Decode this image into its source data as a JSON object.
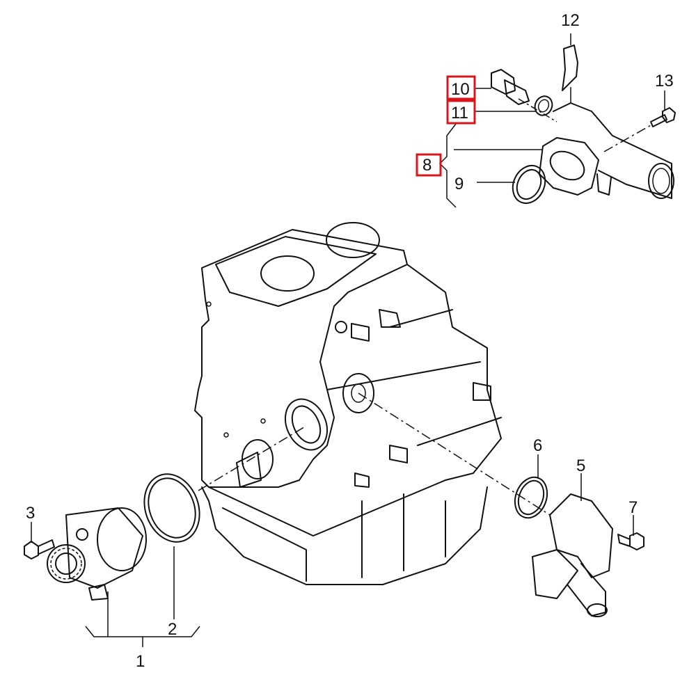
{
  "diagram": {
    "title": "Engine block coolant parts exploded view",
    "callouts": [
      {
        "id": "1",
        "label": "1",
        "highlighted": false
      },
      {
        "id": "2",
        "label": "2",
        "highlighted": false
      },
      {
        "id": "3",
        "label": "3",
        "highlighted": false
      },
      {
        "id": "5",
        "label": "5",
        "highlighted": false
      },
      {
        "id": "6",
        "label": "6",
        "highlighted": false
      },
      {
        "id": "7",
        "label": "7",
        "highlighted": false
      },
      {
        "id": "8",
        "label": "8",
        "highlighted": true
      },
      {
        "id": "9",
        "label": "9",
        "highlighted": false
      },
      {
        "id": "10",
        "label": "10",
        "highlighted": true
      },
      {
        "id": "11",
        "label": "11",
        "highlighted": true
      },
      {
        "id": "12",
        "label": "12",
        "highlighted": false
      },
      {
        "id": "13",
        "label": "13",
        "highlighted": false
      }
    ],
    "highlight_color": "#d9141b"
  }
}
